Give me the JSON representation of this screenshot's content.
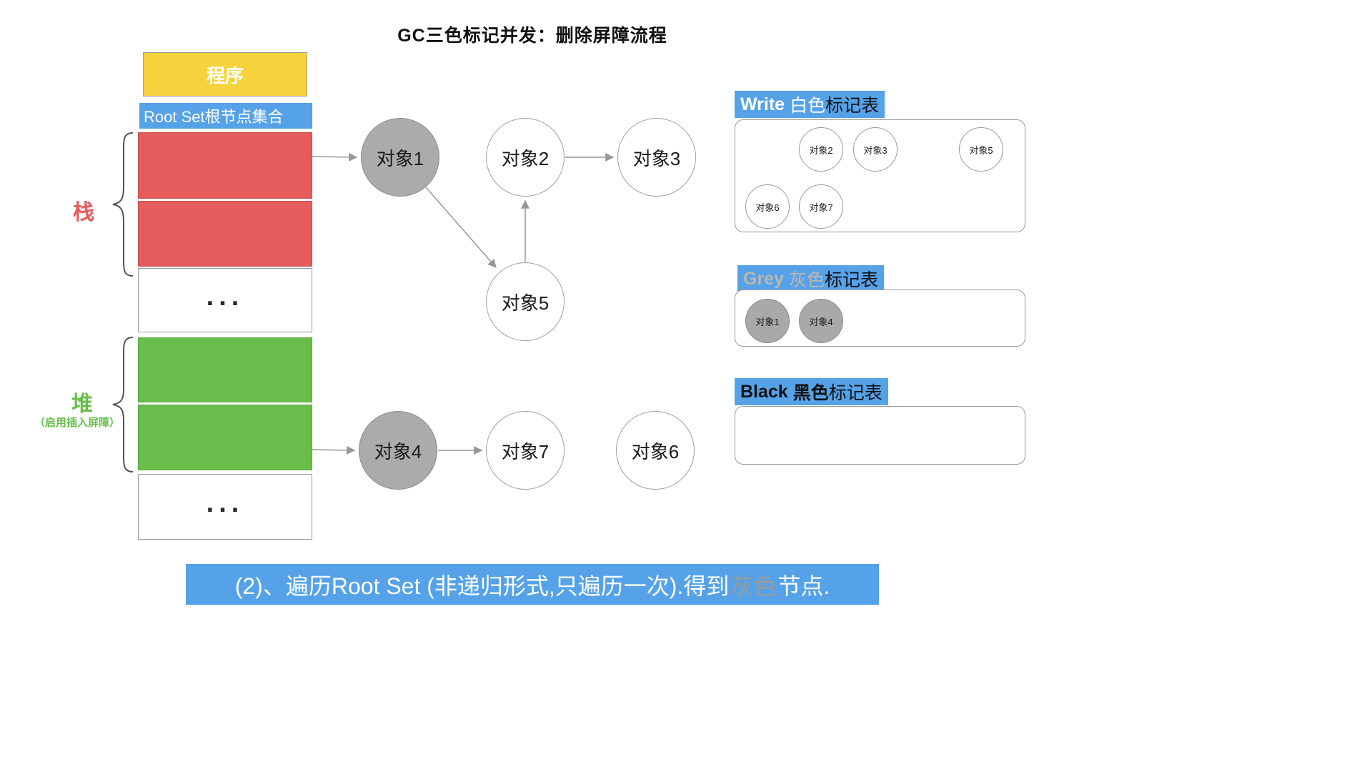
{
  "title": "GC三色标记并发：删除屏障流程",
  "memory": {
    "program": "程序",
    "root_set": "Root Set根节点集合",
    "stack_label": "栈",
    "heap_label": "堆",
    "heap_note": "（启用插入屏障）",
    "ellipsis": "..."
  },
  "graph": {
    "nodes": [
      {
        "label": "对象1",
        "color": "grey"
      },
      {
        "label": "对象2",
        "color": "white"
      },
      {
        "label": "对象3",
        "color": "white"
      },
      {
        "label": "对象5",
        "color": "white"
      },
      {
        "label": "对象4",
        "color": "grey"
      },
      {
        "label": "对象7",
        "color": "white"
      },
      {
        "label": "对象6",
        "color": "white"
      }
    ]
  },
  "tables": {
    "white": {
      "en": "Write",
      "word": "白色",
      "suffix": "标记表",
      "items": [
        "对象2",
        "对象3",
        "对象5",
        "对象6",
        "对象7"
      ]
    },
    "grey": {
      "en": "Grey",
      "word": "灰色",
      "suffix": "标记表",
      "items": [
        "对象1",
        "对象4"
      ]
    },
    "black": {
      "en": "Black",
      "word": "黑色",
      "suffix": "标记表",
      "items": []
    }
  },
  "caption": {
    "part1": "(2)、遍历Root Set (非递归形式,只遍历一次).得到",
    "highlight": "灰色",
    "part2": "节点."
  },
  "colors": {
    "blue": "#55A2E9",
    "yellow": "#F6D33C",
    "red": "#E45C5C",
    "green": "#69BE4B",
    "grey_node": "#ABABAB"
  }
}
